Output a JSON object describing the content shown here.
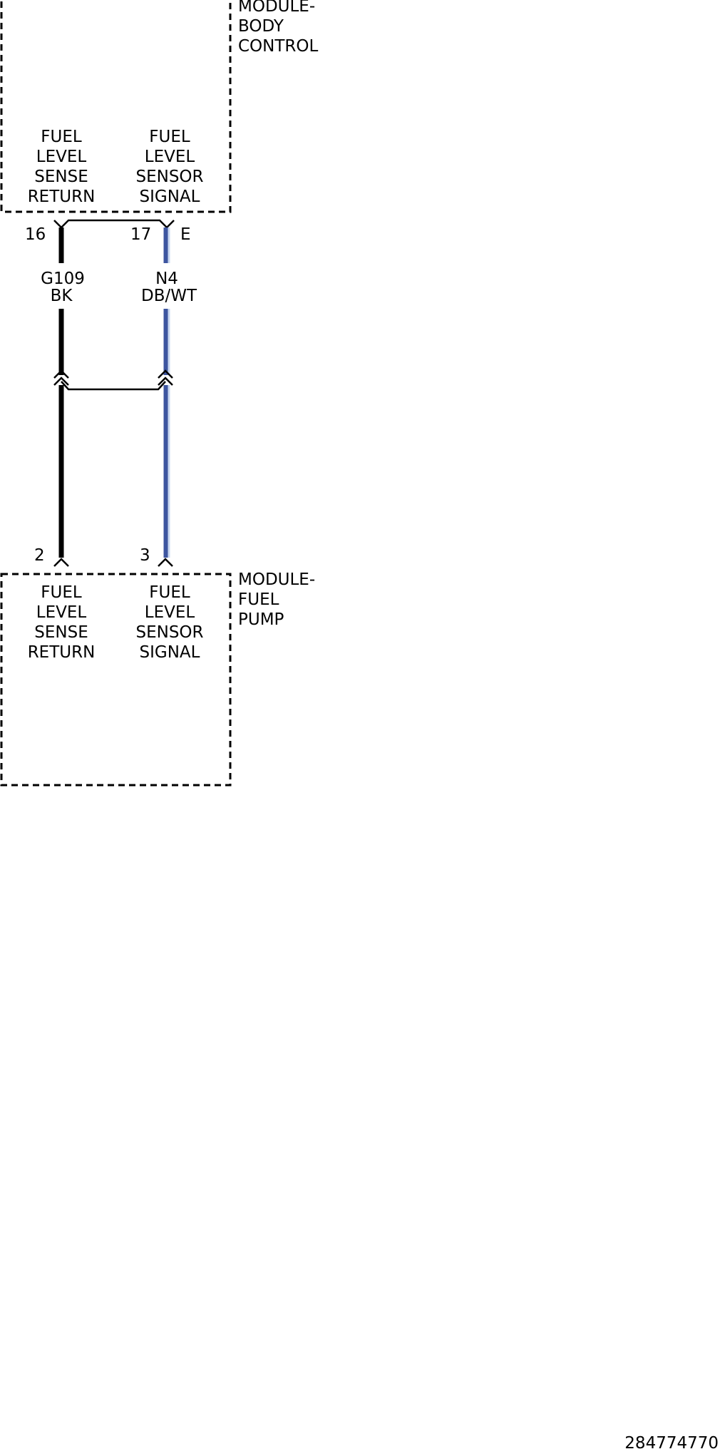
{
  "modules": {
    "bcm": {
      "name_lines": [
        "MODULE-",
        "BODY",
        "CONTROL"
      ],
      "pin_a_label": [
        "FUEL",
        "LEVEL",
        "SENSE",
        "RETURN"
      ],
      "pin_b_label": [
        "FUEL",
        "LEVEL",
        "SENSOR",
        "SIGNAL"
      ],
      "pin_a_number": "16",
      "pin_b_number": "17",
      "pin_b_suffix": "E"
    },
    "fuel_pump": {
      "name_lines": [
        "MODULE-",
        "FUEL",
        "PUMP"
      ],
      "pin_a_label": [
        "FUEL",
        "LEVEL",
        "SENSE",
        "RETURN"
      ],
      "pin_b_label": [
        "FUEL",
        "LEVEL",
        "SENSOR",
        "SIGNAL"
      ],
      "pin_a_number": "2",
      "pin_b_number": "3"
    }
  },
  "wires": {
    "return_wire": {
      "circuit": "G109",
      "color_code": "BK",
      "color": "#000000"
    },
    "signal_wire": {
      "circuit": "N4",
      "color_code": "DB/WT",
      "color": "#3d55a0",
      "stripe_color": "#c9d8f0"
    }
  },
  "diagram_id": "284774770"
}
